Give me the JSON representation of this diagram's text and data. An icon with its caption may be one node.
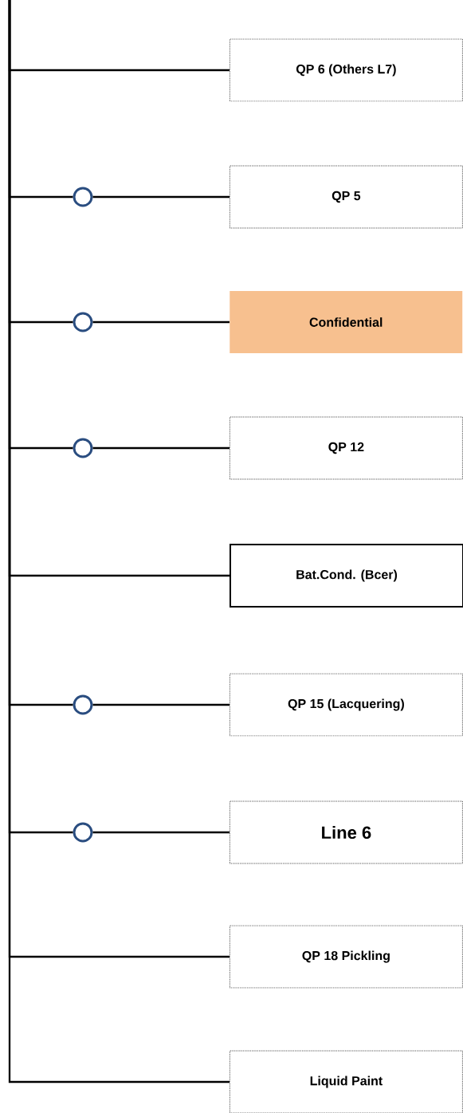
{
  "diagram": {
    "nodes": [
      {
        "text": [
          "QP 6 (Others L7)"
        ]
      },
      {
        "text": [],
        "shape": "circle"
      },
      {
        "text": [
          "QP 5"
        ]
      },
      {
        "text": [],
        "shape": "circle"
      },
      {
        "text": [
          "Confidential"
        ]
      },
      {
        "text": [],
        "shape": "circle"
      },
      {
        "text": [
          "QP 12"
        ]
      },
      {
        "text": [
          "Bat.Cond. (Bcer)"
        ]
      },
      {
        "text": [],
        "shape": "circle"
      },
      {
        "text": [
          "QP 15 (Lacquering)"
        ]
      },
      {
        "text": [],
        "shape": "circle"
      },
      {
        "text": [
          "Line 6"
        ]
      },
      {
        "text": [
          "QP 18 Pickling"
        ]
      },
      {
        "text": [
          "Liquid Paint"
        ]
      }
    ],
    "edges": [
      {
        "from": null,
        "to": 0,
        "arrow": "none"
      },
      {
        "from": null,
        "to": 1,
        "arrow": "none"
      },
      {
        "from": 1,
        "to": 2,
        "arrow": "none"
      },
      {
        "from": null,
        "to": 3,
        "arrow": "none"
      },
      {
        "from": 3,
        "to": 4,
        "arrow": "none"
      },
      {
        "from": null,
        "to": 5,
        "arrow": "none"
      },
      {
        "from": 5,
        "to": 6,
        "arrow": "none"
      },
      {
        "from": null,
        "to": 7,
        "arrow": "none"
      },
      {
        "from": null,
        "to": 8,
        "arrow": "none"
      },
      {
        "from": 8,
        "to": 9,
        "arrow": "none"
      },
      {
        "from": null,
        "to": 10,
        "arrow": "none"
      },
      {
        "from": 10,
        "to": 11,
        "arrow": "none"
      },
      {
        "from": null,
        "to": 12,
        "arrow": "none"
      },
      {
        "from": null,
        "to": 13,
        "arrow": "none"
      }
    ]
  }
}
